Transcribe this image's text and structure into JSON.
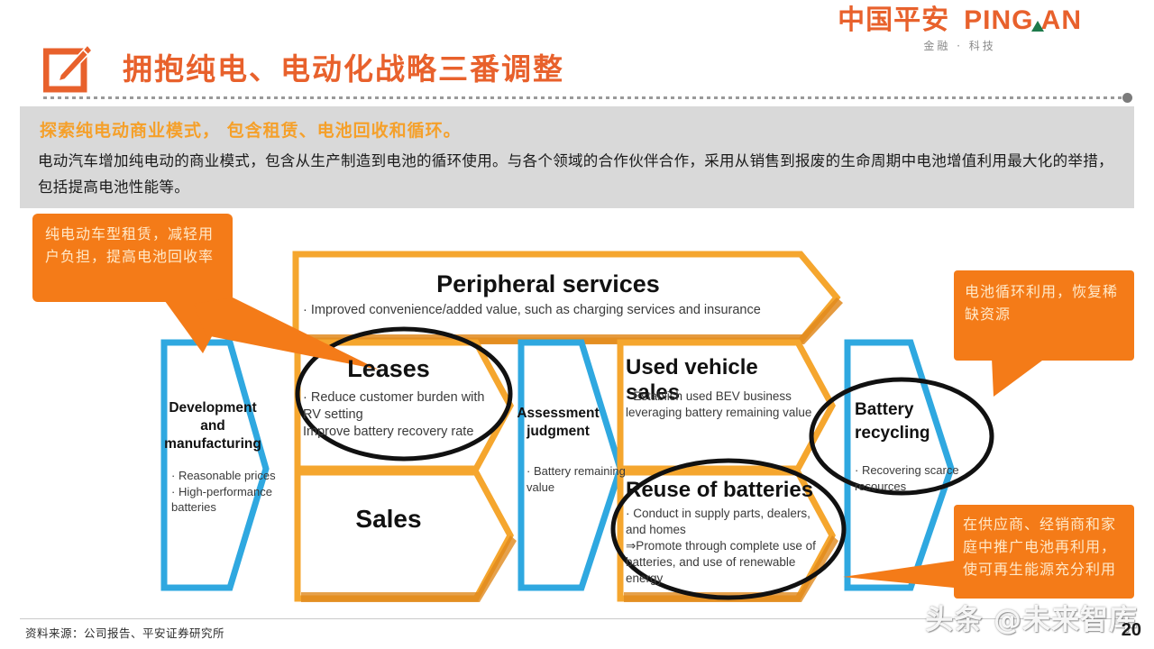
{
  "brand": {
    "logo_cn": "中国平安",
    "logo_en": "PING AN",
    "logo_sub": "金融 · 科技",
    "accent_orange": "#e8612c",
    "accent_gold": "#f5a02a",
    "accent_blue": "#2fa8e0"
  },
  "header": {
    "icon": "pencil-edit-icon",
    "title": "拥抱纯电、电动化战略三番调整"
  },
  "summary": {
    "headline": "探索纯电动商业模式， 包含租赁、电池回收和循环。",
    "body": "电动汽车增加纯电动的商业模式，包含从生产制造到电池的循环使用。与各个领域的合作伙伴合作，采用从销售到报废的生命周期中电池增值利用最大化的举措，包括提高电池性能等。"
  },
  "callouts": [
    {
      "id": "leases-callout",
      "text": "纯电动车型租赁，减轻用户负担，提高电池回收率"
    },
    {
      "id": "recycling-callout",
      "text": "电池循环利用，恢复稀缺资源"
    },
    {
      "id": "reuse-callout",
      "text": "在供应商、经销商和家庭中推广电池再利用，使可再生能源充分利用"
    }
  ],
  "diagram": {
    "peripheral": {
      "title": "Peripheral services",
      "bullets": [
        "· Improved convenience/added value, such as charging services and insurance"
      ]
    },
    "development": {
      "title_lines": [
        "Development",
        "and",
        "manufacturing"
      ],
      "bullets": [
        "· Reasonable prices",
        "· High-performance",
        "batteries"
      ]
    },
    "leases": {
      "title": "Leases",
      "bullets": [
        "· Reduce customer burden with",
        "RV setting",
        "Improve battery recovery rate"
      ]
    },
    "sales": {
      "title": "Sales",
      "bullets": []
    },
    "assessment": {
      "title_lines": [
        "Assessment",
        "judgment"
      ],
      "bullets": [
        "· Battery remaining",
        "value"
      ]
    },
    "used_vehicle": {
      "title": "Used vehicle sales",
      "bullets": [
        "· Establish used BEV business",
        "leveraging battery remaining value"
      ]
    },
    "reuse": {
      "title": "Reuse of batteries",
      "bullets": [
        "· Conduct in supply parts, dealers,",
        "and homes",
        "⇒Promote through  complete use of",
        "batteries, and use of renewable",
        "energy"
      ]
    },
    "recycling": {
      "title_lines": [
        "Battery",
        "recycling"
      ],
      "bullets": [
        "· Recovering scarce",
        "resources"
      ]
    }
  },
  "footer": {
    "source": "资料来源：公司报告、平安证券研究所",
    "page_number": "20",
    "watermark": "头条 @未来智库"
  }
}
